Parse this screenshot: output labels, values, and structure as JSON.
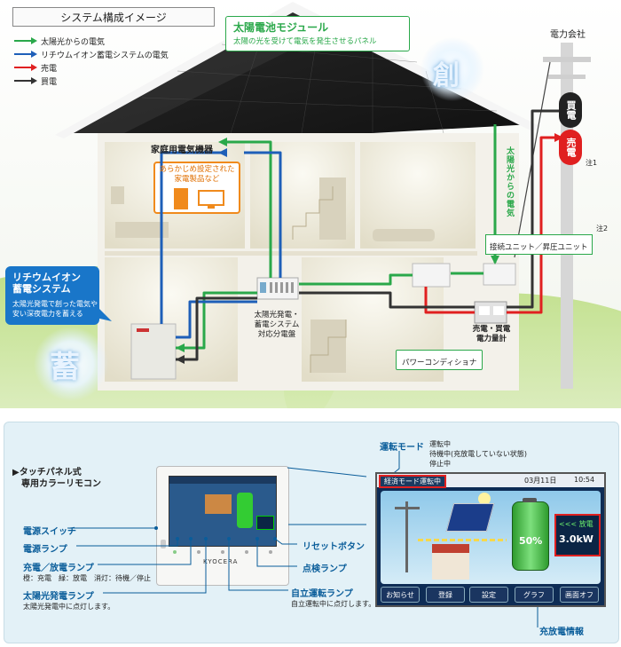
{
  "title": "システム構成イメージ",
  "legend": [
    {
      "label": "太陽光からの電気",
      "color": "#2aa84a"
    },
    {
      "label": "リチウムイオン蓄電システムの電気",
      "color": "#1e5fb8"
    },
    {
      "label": "売電",
      "color": "#e02020"
    },
    {
      "label": "買電",
      "color": "#333333"
    }
  ],
  "solar_module": {
    "title": "太陽電池モジュール",
    "desc": "太陽の光を受けて電気を発生させるパネル"
  },
  "kanji_sou": "創",
  "kanji_chiku": "蓄",
  "power_company": "電力会社",
  "kaiden": "買電",
  "baiden": "売電",
  "note1": "注1",
  "note2": "注2",
  "solar_electricity_vertical": "太陽光からの電気",
  "appliances": "家庭用電気機器",
  "preset_appliances": "あらかじめ設定された\n家電製品など",
  "battery_box": {
    "title": "リチウムイオン\n蓄電システム",
    "desc": "太陽光発電で創った電気や\n安い深夜電力を蓄える"
  },
  "distribution_board": "太陽光発電・\n蓄電システム\n対応分電盤",
  "connection_unit": "接続ユニット／昇圧ユニット",
  "meter": "売電・買電\n電力量計",
  "power_conditioner": "パワーコンディショナ",
  "remote": {
    "heading": "▶タッチパネル式\n　専用カラーリモコン",
    "power_switch": "電源スイッチ",
    "power_lamp": "電源ランプ",
    "charge_lamp": "充電／放電ランプ",
    "charge_lamp_desc": "橙：充電　緑：放電　消灯：待機／停止",
    "solar_lamp": "太陽光発電ランプ",
    "solar_lamp_desc": "太陽光発電中に点灯します。",
    "reset_button": "リセットボタン",
    "check_lamp": "点検ランプ",
    "independent_lamp": "自立運転ランプ",
    "independent_lamp_desc": "自立運転中に点灯します。",
    "brand": "KYOCERA"
  },
  "operation_mode": {
    "label": "運転モード",
    "desc": "運転中\n待機中(充放電していない状態)\n停止中"
  },
  "screen": {
    "mode_banner": "経済モード運転中",
    "date": "03月11日",
    "time": "10:54",
    "percent": "50%",
    "discharge_label": "<<< 放電",
    "discharge_value": "3.0kW",
    "buttons": [
      "お知らせ",
      "登録",
      "設定",
      "グラフ",
      "画面オフ"
    ]
  },
  "charge_info": "充放電情報"
}
